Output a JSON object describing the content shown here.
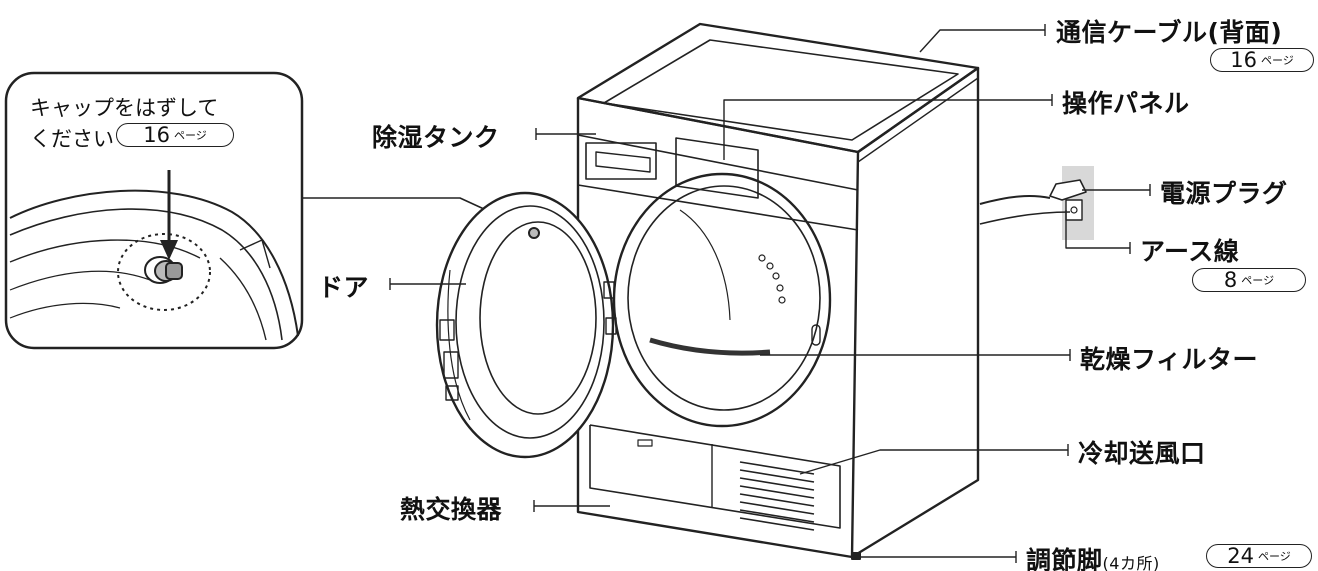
{
  "inset": {
    "line1": "キャップをはずして",
    "line2": "ください",
    "ref": {
      "num": "16",
      "unit": "ページ"
    }
  },
  "labels": {
    "tank": "除湿タンク",
    "door": "ドア",
    "heat_exchanger": "熱交換器",
    "comm_cable": "通信ケーブル(背面)",
    "comm_cable_ref": {
      "num": "16",
      "unit": "ページ"
    },
    "control_panel": "操作パネル",
    "power_plug": "電源プラグ",
    "earth_wire": "アース線",
    "earth_wire_ref": {
      "num": "8",
      "unit": "ページ"
    },
    "dry_filter": "乾燥フィルター",
    "cooling_vent": "冷却送風口",
    "adjust_feet": "調節脚",
    "adjust_feet_count": "(4カ所)",
    "adjust_feet_ref": {
      "num": "24",
      "unit": "ページ"
    }
  }
}
